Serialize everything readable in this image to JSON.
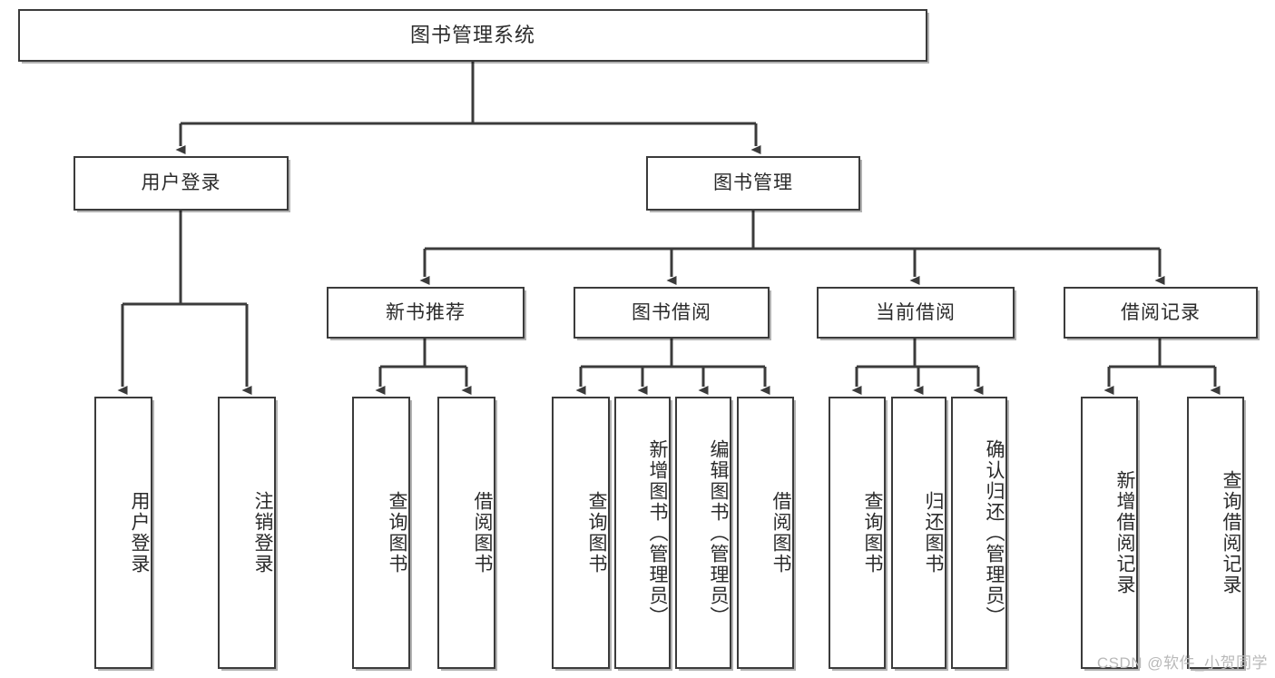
{
  "diagram": {
    "title": "图书管理系统",
    "type": "tree",
    "watermark": "CSDN @软件_小贺同学",
    "colors": {
      "box_border": "#3b3b3b",
      "box_fill": "#ffffff",
      "edge": "#3b3b3b",
      "text": "#2b2b2b",
      "watermark": "#b9b9b9",
      "background": "#ffffff"
    },
    "levels": {
      "root": {
        "label": "图书管理系统"
      },
      "level2": [
        {
          "label": "用户登录"
        },
        {
          "label": "图书管理"
        }
      ],
      "level3": [
        {
          "label": "新书推荐"
        },
        {
          "label": "图书借阅"
        },
        {
          "label": "当前借阅"
        },
        {
          "label": "借阅记录"
        }
      ],
      "level4": [
        {
          "label": "用户登录",
          "parent": "用户登录"
        },
        {
          "label": "注销登录",
          "parent": "用户登录"
        },
        {
          "label": "查询图书",
          "parent": "新书推荐"
        },
        {
          "label": "借阅图书",
          "parent": "新书推荐"
        },
        {
          "label": "查询图书",
          "parent": "图书借阅"
        },
        {
          "label": "新增图书（管理员）",
          "parent": "图书借阅"
        },
        {
          "label": "编辑图书（管理员）",
          "parent": "图书借阅"
        },
        {
          "label": "借阅图书",
          "parent": "图书借阅"
        },
        {
          "label": "查询图书",
          "parent": "当前借阅"
        },
        {
          "label": "归还图书",
          "parent": "当前借阅"
        },
        {
          "label": "确认归还（管理员）",
          "parent": "当前借阅"
        },
        {
          "label": "新增借阅记录",
          "parent": "借阅记录"
        },
        {
          "label": "查询借阅记录",
          "parent": "借阅记录"
        }
      ]
    }
  }
}
